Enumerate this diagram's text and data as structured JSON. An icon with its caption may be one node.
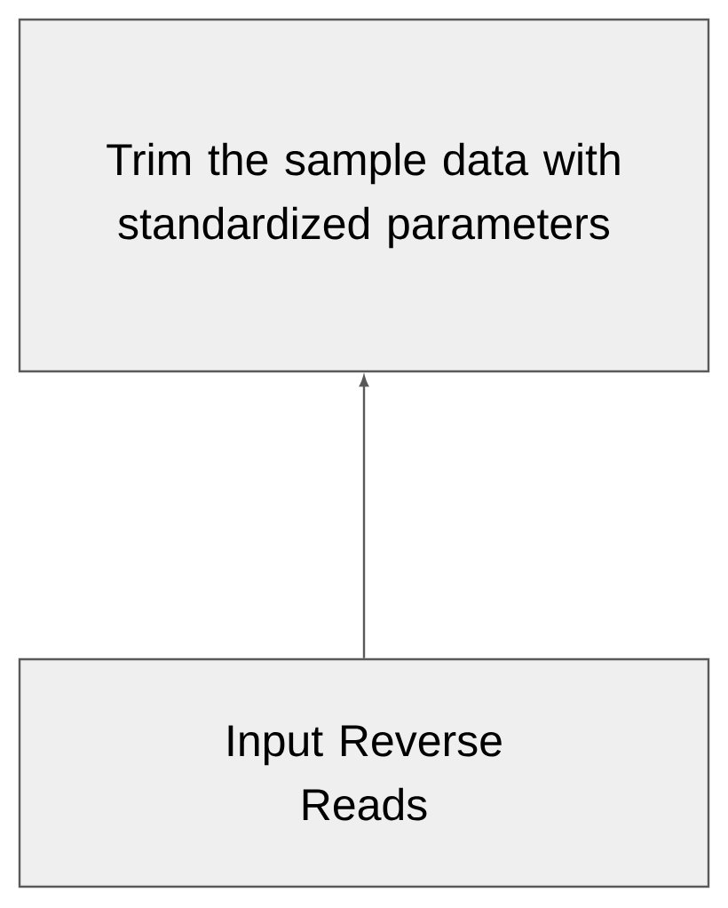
{
  "diagram": {
    "nodes": [
      {
        "text": [
          "Trim the sample data with standardized parameters"
        ]
      },
      {
        "text": [
          "Input Reverse Reads"
        ]
      }
    ],
    "edges": [
      {
        "from": 1,
        "to": 0,
        "arrow": "to"
      }
    ]
  }
}
